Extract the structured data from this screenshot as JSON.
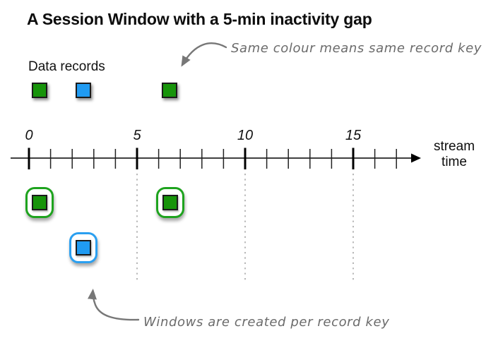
{
  "title": "A Session Window with a 5-min inactivity gap",
  "legend_label": "Data records",
  "annotations": {
    "same_colour": "Same colour means same record key",
    "windows_created": "Windows are created per record key"
  },
  "axis": {
    "label": "stream time",
    "major_ticks": [
      {
        "value": 0,
        "label": "0"
      },
      {
        "value": 5,
        "label": "5"
      },
      {
        "value": 10,
        "label": "10"
      },
      {
        "value": 15,
        "label": "15"
      }
    ],
    "minor_ticks": [
      1,
      2,
      3,
      4,
      6,
      7,
      8,
      9,
      11,
      12,
      13,
      14,
      16,
      17
    ]
  },
  "gap_guides": [
    5,
    10,
    15
  ],
  "records": [
    {
      "key": "green",
      "time": 0.5
    },
    {
      "key": "blue",
      "time": 2.5
    },
    {
      "key": "green",
      "time": 6.5
    }
  ],
  "session_windows": [
    {
      "key": "green",
      "time": 0.5,
      "row": 0
    },
    {
      "key": "blue",
      "time": 2.5,
      "row": 1
    },
    {
      "key": "green",
      "time": 6.55,
      "row": 0
    }
  ],
  "colors": {
    "green": "#17940a",
    "blue": "#209bf2",
    "green_window_border": "#1ea31e",
    "blue_window_border": "#2a9ff0",
    "square_border": "#1b1b1b",
    "axis_ink": "#000000",
    "handwriting": "#777777",
    "guide": "#b0b0b0"
  }
}
